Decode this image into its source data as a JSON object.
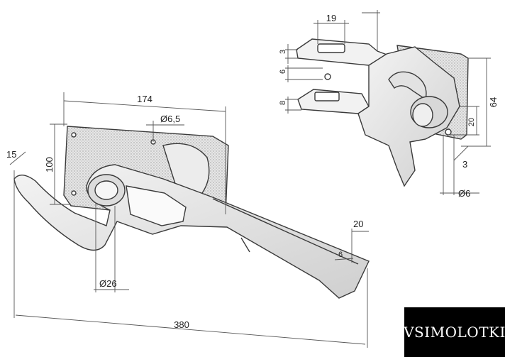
{
  "dimensions": {
    "length_total": "380",
    "width_plate": "174",
    "height_plate": "100",
    "hole_small": "Ø6,5",
    "hole_big": "Ø26",
    "tip_angle": "15",
    "end_width": "20",
    "end_notch": "6",
    "striker_width": "19",
    "striker_thick": "3",
    "striker_slot": "6",
    "striker_gap": "8",
    "striker_height": "64",
    "striker_offset": "20",
    "striker_edge": "3",
    "striker_hole": "Ø6"
  },
  "brand": {
    "text": "VSIMOLOTKI"
  },
  "colors": {
    "line": "#3a3a3a",
    "dim": "#555555",
    "brand_bg": "#000000",
    "brand_fg": "#ffffff"
  }
}
